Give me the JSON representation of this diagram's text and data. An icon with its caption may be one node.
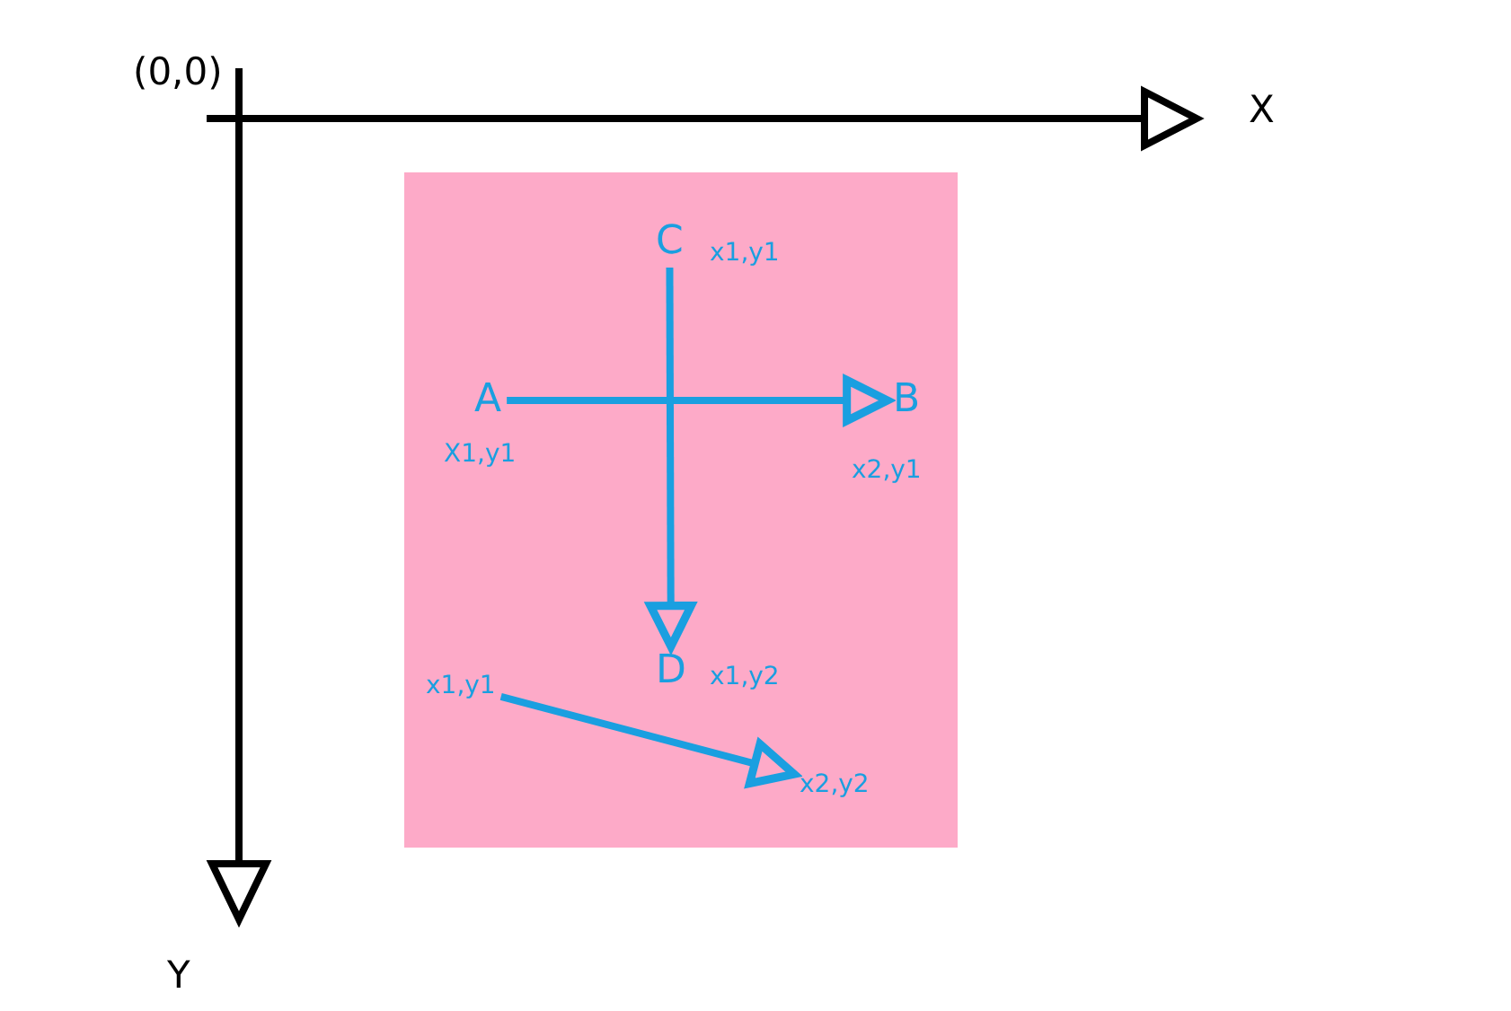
{
  "diagram": {
    "nodes": [
      {
        "text": [],
        "shape": "box"
      },
      {
        "text": [
          "A"
        ],
        "beside": [
          "X1,y1"
        ],
        "in": 0
      },
      {
        "text": [
          "B"
        ],
        "beside": [
          "x2,y1"
        ],
        "in": 0
      },
      {
        "text": [
          "C"
        ],
        "beside": [
          "x1,y1"
        ],
        "in": 0
      },
      {
        "text": [
          "D"
        ],
        "beside": [
          "x1,y2"
        ],
        "in": 0
      },
      {
        "text": [
          "x1,y1"
        ],
        "in": 0
      },
      {
        "text": [
          "x2,y2"
        ],
        "in": 0
      }
    ],
    "edges": [
      {
        "from": 1,
        "to": 2,
        "arrow": "to"
      },
      {
        "from": 3,
        "to": 4,
        "arrow": "to"
      },
      {
        "from": 5,
        "to": 6,
        "arrow": "to"
      }
    ],
    "labels": [
      "(0,0)",
      "X",
      "Y"
    ]
  }
}
